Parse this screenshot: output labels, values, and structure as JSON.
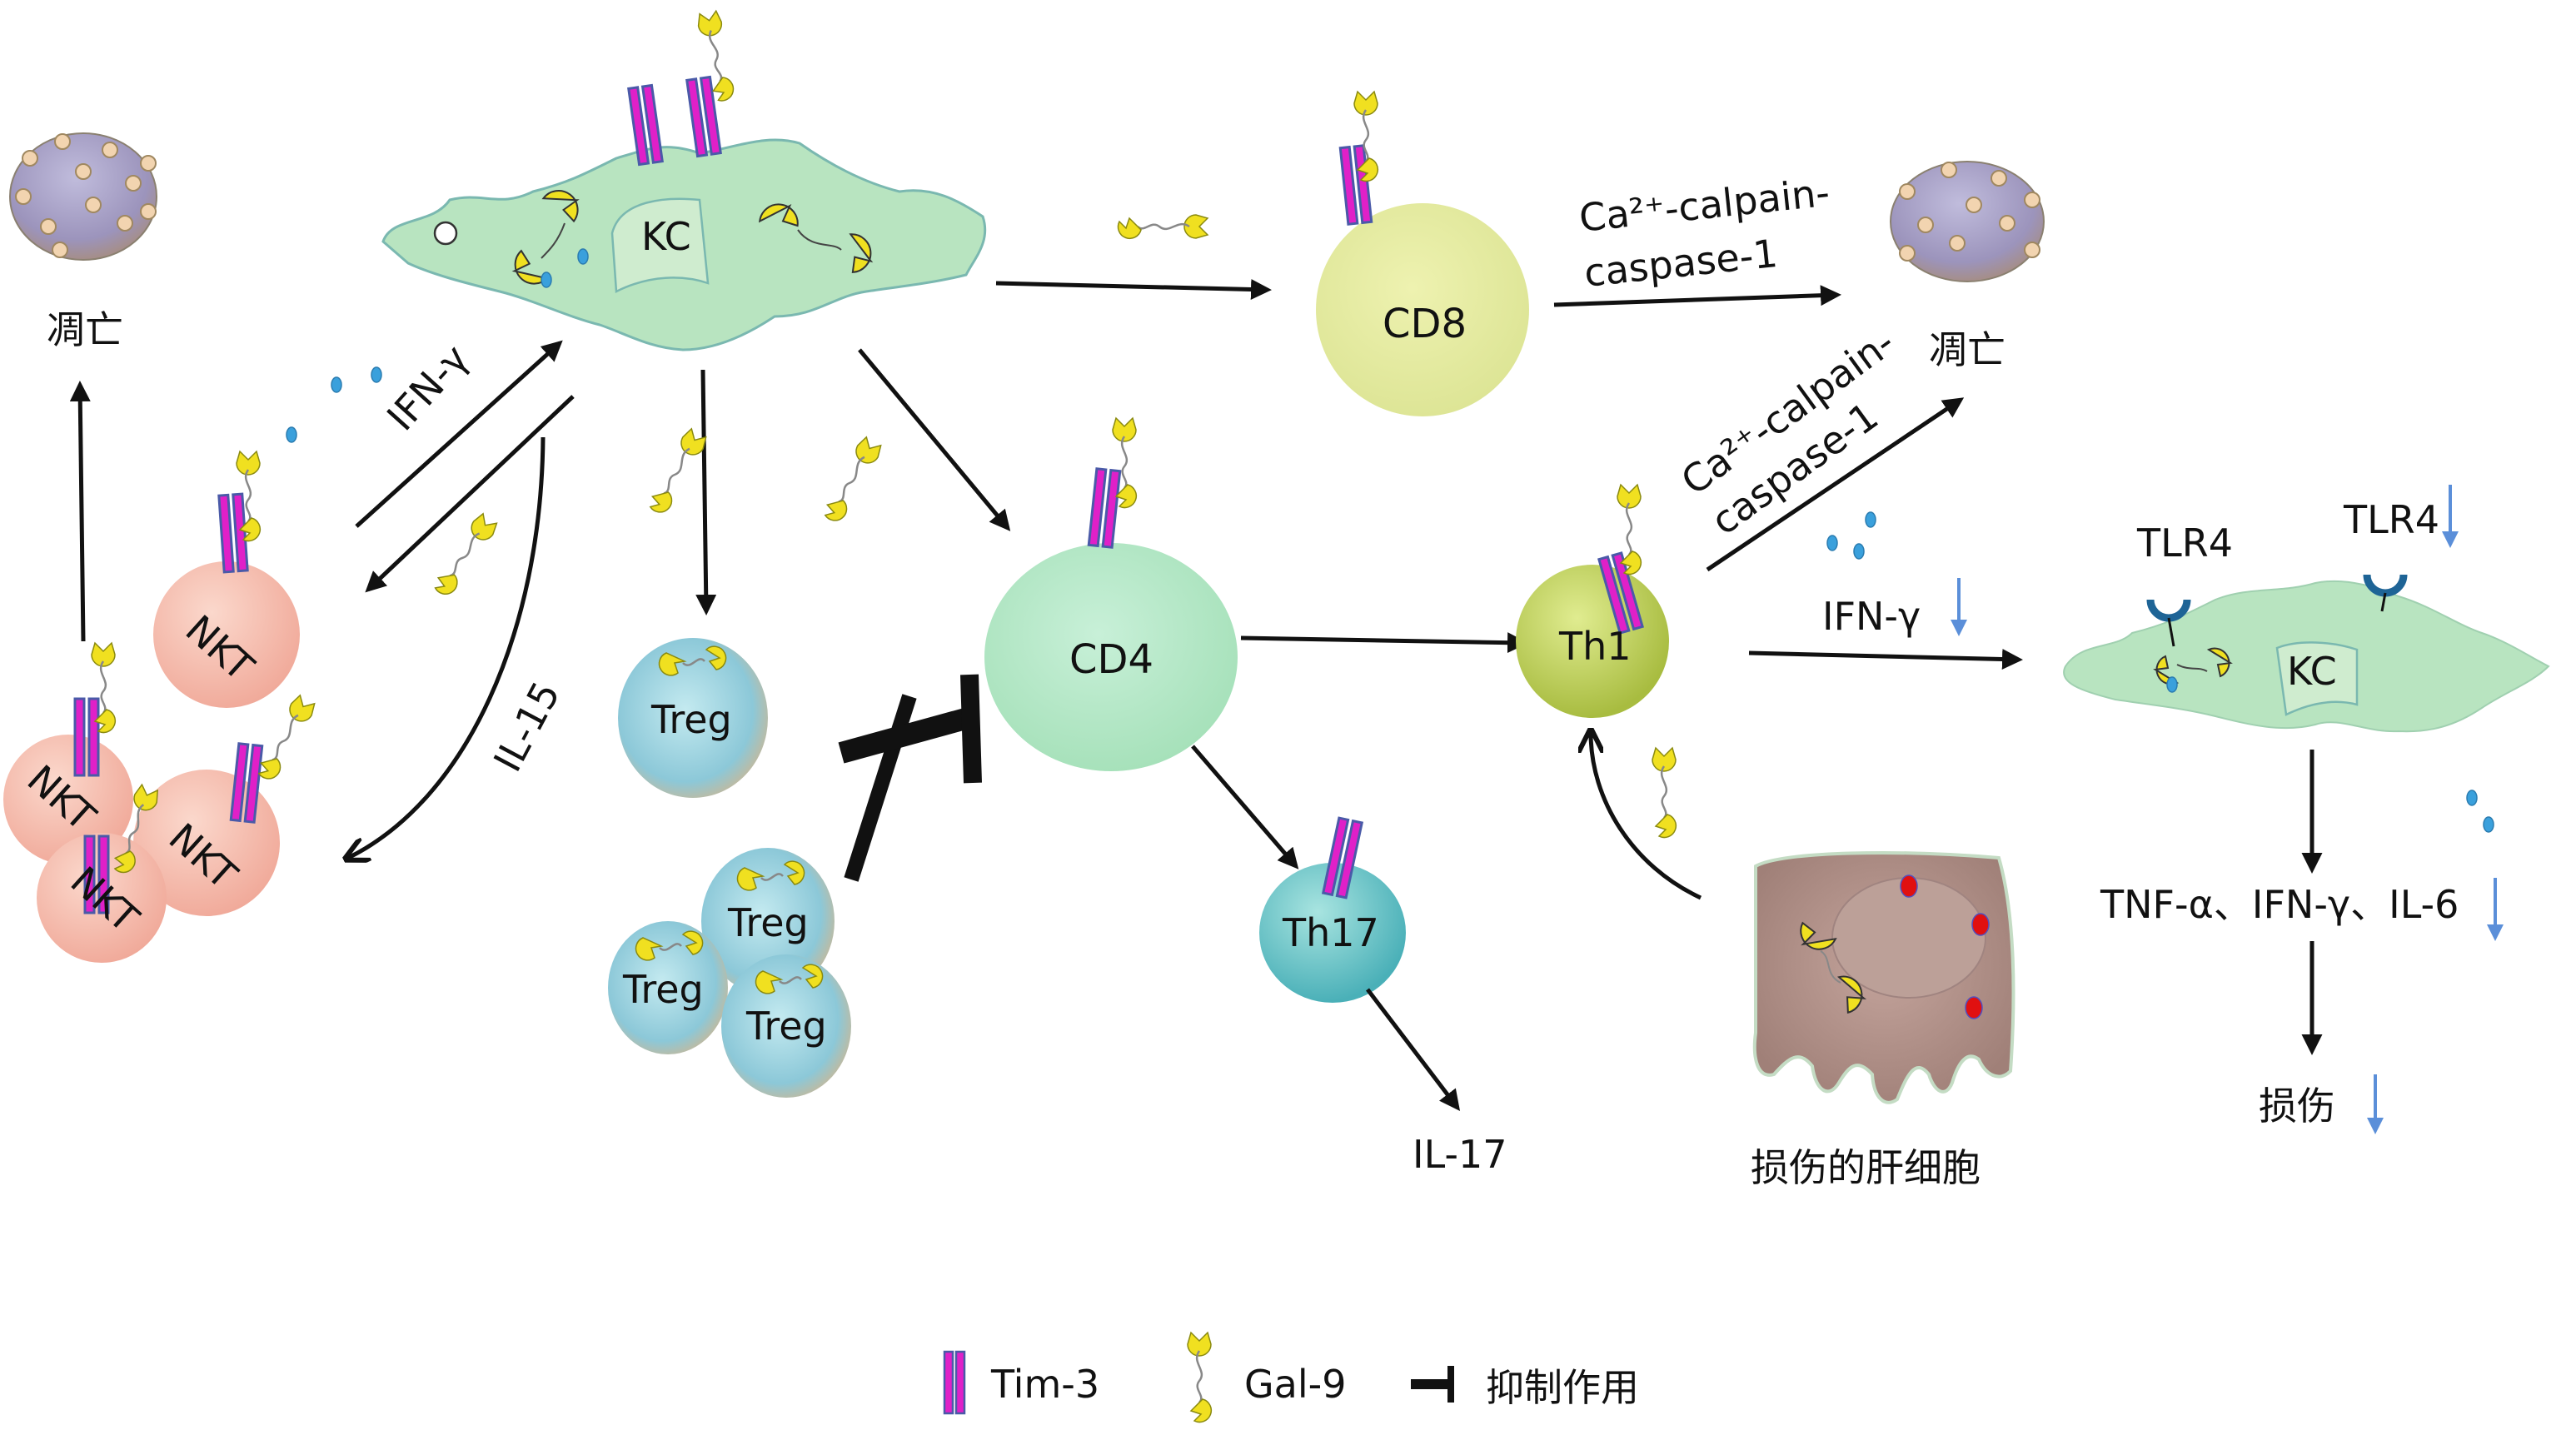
{
  "title": "Tim-3/Gal-9 immune regulation in liver injury",
  "colors": {
    "tim3": "#e020c8",
    "tim3_border": "#4a5aa8",
    "gal9": "#f0e020",
    "kc_fill": "#b8e4c0",
    "nkt_fill": "#f4b8a8",
    "treg_fill": "#9fd0dc",
    "cd4_fill": "#b8ebc8",
    "cd8_fill": "#e4ec9c",
    "th1_fill": "#c8d860",
    "th17_fill": "#6cc4c8",
    "apoptotic_fill": "#a8a0c0",
    "hepatocyte_fill": "#b08a80",
    "cytokine_dot": "#3aa0dc",
    "down_arrow": "#5b8fd9"
  },
  "nodes": {
    "apoptosis_left": "凋亡",
    "kc_top": "KC",
    "cd8": "CD8",
    "apoptosis_right": "凋亡",
    "nkt": [
      "NKT",
      "NKT",
      "NKT",
      "NKT"
    ],
    "treg_single": "Treg",
    "treg_cluster": [
      "Treg",
      "Treg",
      "Treg"
    ],
    "cd4": "CD4",
    "th1": "Th1",
    "th17": "Th17",
    "il17": "IL-17",
    "kc_right": "KC",
    "tlr4_left": "TLR4",
    "tlr4_right": "TLR4",
    "damaged_hepatocyte": "损伤的肝细胞",
    "cytokines_out": "TNF-α、IFN-γ、IL-6",
    "injury": "损伤"
  },
  "edge_labels": {
    "ifn_gamma_nkt_to_kc": "IFN-γ",
    "il15": "IL-15",
    "ca_calpain_cd8_line1": "Ca²⁺-calpain-",
    "ca_calpain_cd8_line2": "caspase-1",
    "ca_calpain_th1_line1": "Ca²⁺-calpain-",
    "ca_calpain_th1_line2": "caspase-1",
    "ifn_gamma_th1_to_kc": "IFN-γ"
  },
  "legend": {
    "items": [
      {
        "icon": "tim3-receptor-icon",
        "label": "Tim-3"
      },
      {
        "icon": "gal9-ligand-icon",
        "label": "Gal-9"
      },
      {
        "icon": "inhibition-icon",
        "label": "抑制作用"
      }
    ]
  }
}
